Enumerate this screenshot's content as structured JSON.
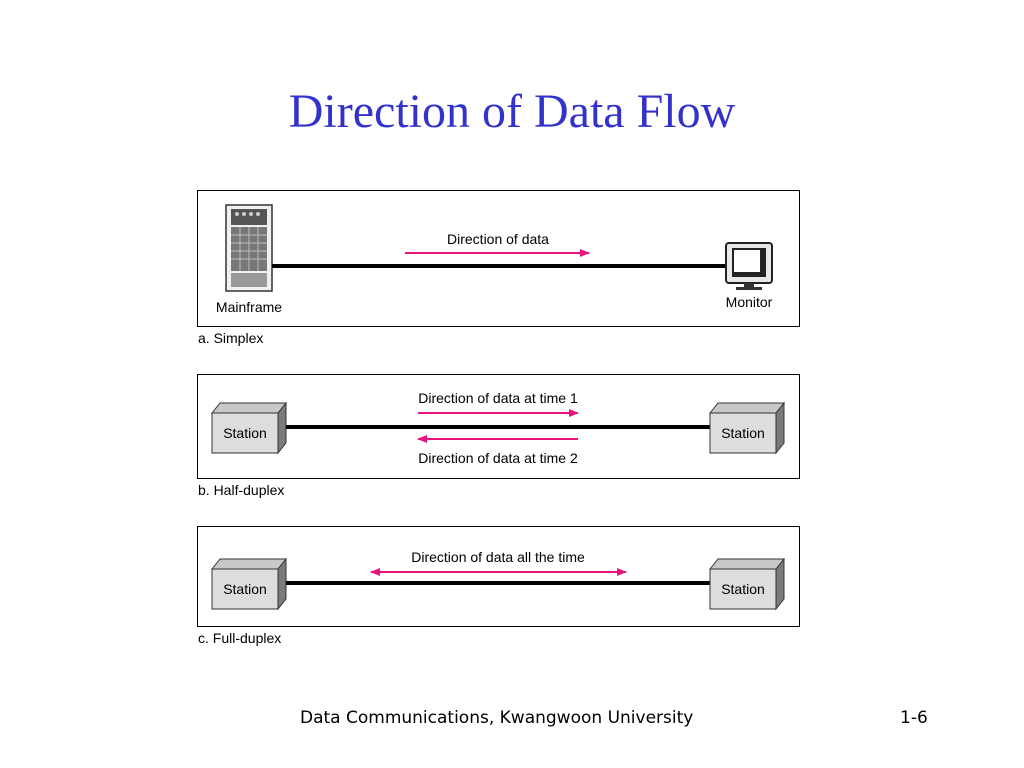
{
  "slide": {
    "title": "Direction of Data Flow",
    "footer_text": "Data Communications, Kwangwoon University",
    "page_number": "1-6"
  },
  "simplex": {
    "caption": "a. Simplex",
    "left_device": "Mainframe",
    "right_device": "Monitor",
    "arrow_label": "Direction of data"
  },
  "half_duplex": {
    "caption": "b. Half-duplex",
    "left_device": "Station",
    "right_device": "Station",
    "arrow_label_top": "Direction of data at time 1",
    "arrow_label_bottom": "Direction of data at time 2"
  },
  "full_duplex": {
    "caption": "c. Full-duplex",
    "left_device": "Station",
    "right_device": "Station",
    "arrow_label": "Direction of data all the time"
  },
  "colors": {
    "title": "#3333cc",
    "arrow": "#e8157f",
    "station_face": "#dddddd",
    "station_side": "#7a7a7a"
  },
  "icons": {
    "mainframe": "mainframe-icon",
    "monitor": "monitor-icon",
    "station": "station-box-icon"
  }
}
